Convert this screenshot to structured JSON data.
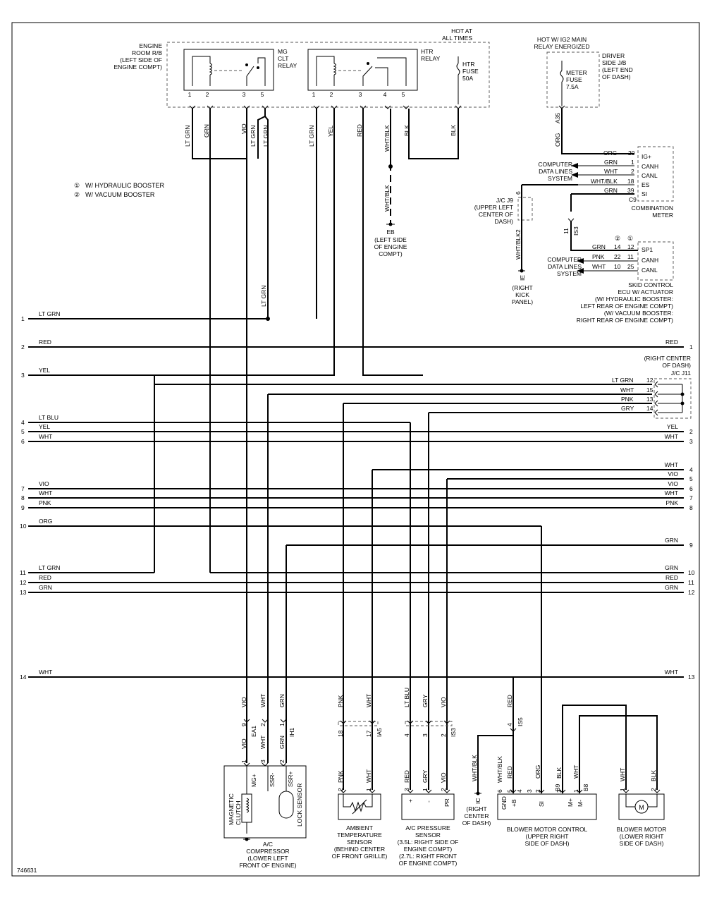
{
  "figure_id": "746631",
  "legend": [
    {
      "num": "①",
      "text": "W/ HYDRAULIC BOOSTER"
    },
    {
      "num": "②",
      "text": "W/ VACUUM BOOSTER"
    }
  ],
  "top": {
    "hot_at_all_times": [
      "HOT AT",
      "ALL TIMES"
    ],
    "hot_ig2": [
      "HOT W/ IG2 MAIN",
      "RELAY ENERGIZED"
    ],
    "engine_rb": [
      "ENGINE",
      "ROOM R/B",
      "(LEFT SIDE OF",
      "ENGINE COMPT)"
    ],
    "mg_relay": [
      "MG",
      "CLT",
      "RELAY"
    ],
    "htr_relay": [
      "HTR",
      "RELAY"
    ],
    "htr_fuse": [
      "HTR",
      "FUSE",
      "50A"
    ],
    "driver_jb": [
      "DRIVER",
      "SIDE J/B",
      "(LEFT END",
      "OF DASH)"
    ],
    "meter_fuse": [
      "METER",
      "FUSE",
      "7.5A"
    ],
    "relay_pins": [
      "1",
      "2",
      "3",
      "5",
      "1",
      "2",
      "3",
      "4",
      "5"
    ],
    "wire_labels": [
      "LT GRN",
      "GRN",
      "VIO",
      "LT GRN",
      "LT GRN",
      "LT GRN",
      "YEL",
      "RED",
      "WHT/BLK",
      "BLK",
      "BLK"
    ],
    "a35": "A35",
    "org": "ORG"
  },
  "combo_meter": {
    "pins": [
      {
        "wire": "ORG",
        "num": "20",
        "name": "IG+"
      },
      {
        "wire": "GRN",
        "num": "1",
        "name": "CANH"
      },
      {
        "wire": "WHT",
        "num": "2",
        "name": "CANL"
      },
      {
        "wire": "WHT/BLK",
        "num": "18",
        "name": "ES"
      },
      {
        "wire": "GRN",
        "num": "39",
        "name": "SI"
      }
    ],
    "conn": "C9",
    "name": [
      "COMBINATION",
      "METER"
    ],
    "computer": [
      "COMPUTER",
      "DATA LINES",
      "SYSTEM"
    ]
  },
  "jc9": {
    "label": [
      "J/C J9",
      "(UPPER LEFT",
      "CENTER OF",
      "DASH)"
    ],
    "pin_top": "6",
    "pin_bottom": "2",
    "wire": "WHT/BLK",
    "ground": "IE",
    "ground_loc": [
      "(RIGHT",
      "KICK",
      "PANEL)"
    ]
  },
  "eb_ground": {
    "wire": "WHT/BLK",
    "label": "EB",
    "loc": [
      "(LEFT SIDE",
      "OF ENGINE",
      "COMPT)"
    ]
  },
  "is3": {
    "pin": "11",
    "label": "IS3"
  },
  "skid_ecu": {
    "heads": [
      "②",
      "①"
    ],
    "pins": [
      {
        "wire": "GRN",
        "a": "14",
        "b": "12",
        "name": "SP1"
      },
      {
        "wire": "PNK",
        "a": "22",
        "b": "11",
        "name": "CANH"
      },
      {
        "wire": "WHT",
        "a": "10",
        "b": "25",
        "name": "CANL"
      }
    ],
    "computer": [
      "COMPUTER",
      "DATA LINES",
      "SYSTEM"
    ],
    "name": [
      "SKID CONTROL",
      "ECU W/ ACTUATOR",
      "(W/ HYDRAULIC BOOSTER:",
      "LEFT REAR OF ENGINE COMPT)",
      "(W/ VACUUM BOOSTER:",
      "RIGHT REAR OF ENGINE COMPT)"
    ]
  },
  "jc11": {
    "label": [
      "(RIGHT CENTER",
      "OF DASH)",
      "J/C J11"
    ],
    "pins": [
      {
        "wire": "LT GRN",
        "num": "12"
      },
      {
        "wire": "WHT",
        "num": "15"
      },
      {
        "wire": "PNK",
        "num": "13"
      },
      {
        "wire": "GRY",
        "num": "14"
      }
    ]
  },
  "vertical_label_lt_grn": "LT GRN",
  "left_rows": [
    {
      "num": "1",
      "label": "LT GRN"
    },
    {
      "num": "2",
      "label": "RED"
    },
    {
      "num": "3",
      "label": "YEL"
    },
    {
      "num": "4",
      "label": "LT BLU"
    },
    {
      "num": "5",
      "label": "YEL"
    },
    {
      "num": "6",
      "label": "WHT"
    },
    {
      "num": "7",
      "label": "VIO"
    },
    {
      "num": "8",
      "label": "WHT"
    },
    {
      "num": "9",
      "label": "PNK"
    },
    {
      "num": "10",
      "label": "ORG"
    },
    {
      "num": "11",
      "label": "LT GRN"
    },
    {
      "num": "12",
      "label": "RED"
    },
    {
      "num": "13",
      "label": "GRN"
    },
    {
      "num": "14",
      "label": "WHT"
    }
  ],
  "right_rows": [
    {
      "num": "1",
      "label": "RED"
    },
    {
      "num": "2",
      "label": "YEL"
    },
    {
      "num": "3",
      "label": "WHT"
    },
    {
      "num": "4",
      "label": "WHT"
    },
    {
      "num": "5",
      "label": "VIO"
    },
    {
      "num": "6",
      "label": "VIO"
    },
    {
      "num": "7",
      "label": "WHT"
    },
    {
      "num": "8",
      "label": "PNK"
    },
    {
      "num": "9",
      "label": "GRN"
    },
    {
      "num": "10",
      "label": "GRN"
    },
    {
      "num": "11",
      "label": "RED"
    },
    {
      "num": "12",
      "label": "GRN"
    },
    {
      "num": "13",
      "label": "WHT"
    }
  ],
  "compressor": {
    "upper_wires": [
      "VIO",
      "WHT",
      "GRN"
    ],
    "conn_pins": [
      "9",
      "2",
      "1"
    ],
    "conns": [
      "EA1",
      "IH1"
    ],
    "lower_wires": [
      "VIO",
      "WHT",
      "GRN"
    ],
    "pins": [
      "1",
      "3",
      "2"
    ],
    "terms": [
      "MG+",
      "SSR-",
      "SSR+"
    ],
    "clutch": [
      "MAGNETIC",
      "CLUTCH"
    ],
    "lock": "LOCK SENSOR",
    "name": [
      "A/C",
      "COMPRESSOR",
      "(LOWER LEFT",
      "FRONT OF ENGINE)"
    ]
  },
  "ambient": {
    "upper_wires": [
      "PNK",
      "WHT"
    ],
    "conn_pins": [
      "18",
      "17"
    ],
    "conn": "IA5",
    "lower_wires": [
      "PNK",
      "WHT"
    ],
    "pins": [
      "2",
      "1"
    ],
    "name": [
      "AMBIENT",
      "TEMPERATURE",
      "SENSOR",
      "(BEHIND CENTER",
      "OF FRONT GRILLE)"
    ]
  },
  "pressure": {
    "upper_wires": [
      "LT BLU",
      "GRY",
      "VIO"
    ],
    "conn_pins": [
      "4",
      "3",
      "2"
    ],
    "conn": "IS3",
    "lower_wires": [
      "RED",
      "GRY",
      "VIO"
    ],
    "pins": [
      "3",
      "1",
      "2"
    ],
    "terms": [
      "+",
      "-",
      "PR"
    ],
    "name": [
      "A/C PRESSURE",
      "SENSOR",
      "(3.5L: RIGHT SIDE OF",
      "ENGINE COMPT)",
      "(2.7L: RIGHT FRONT",
      "OF ENGINE COMPT)"
    ]
  },
  "ic_ground": {
    "wire": "WHT/BLK",
    "label": "IC",
    "loc": [
      "(RIGHT",
      "CENTER",
      "OF DASH)"
    ]
  },
  "blower_control": {
    "upper_wire": "RED",
    "conn_pin": "4",
    "conn": "IS5",
    "lower_wires": [
      "WHT/BLK",
      "RED",
      "ORG",
      "BLK",
      "WHT"
    ],
    "pins": [
      "6",
      "5",
      "4",
      "3",
      "2",
      "2",
      "1"
    ],
    "conns": [
      "B9",
      "B8"
    ],
    "terms": [
      "GND",
      "+B",
      "SI",
      "M+",
      "M-"
    ],
    "name": [
      "BLOWER MOTOR CONTROL",
      "(UPPER RIGHT",
      "SIDE OF DASH)"
    ]
  },
  "blower_motor": {
    "lower_wires": [
      "WHT",
      "BLK"
    ],
    "pins": [
      "1",
      "2"
    ],
    "name": [
      "BLOWER MOTOR",
      "(LOWER RIGHT",
      "SIDE OF DASH)"
    ]
  }
}
